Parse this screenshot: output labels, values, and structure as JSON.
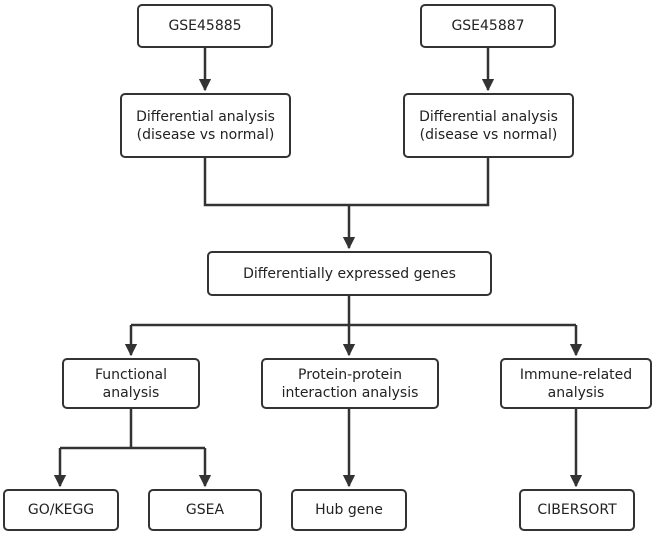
{
  "nodes": {
    "gse45885": {
      "lines": [
        "GSE45885"
      ]
    },
    "gse45887": {
      "lines": [
        "GSE45887"
      ]
    },
    "diff_left": {
      "lines": [
        "Differential analysis",
        "(disease vs normal)"
      ]
    },
    "diff_right": {
      "lines": [
        "Differential analysis",
        "(disease vs normal)"
      ]
    },
    "degs": {
      "lines": [
        "Differentially expressed genes"
      ]
    },
    "functional": {
      "lines": [
        "Functional",
        "analysis"
      ]
    },
    "ppi": {
      "lines": [
        "Protein-protein",
        "interaction analysis"
      ]
    },
    "immune": {
      "lines": [
        "Immune-related",
        "analysis"
      ]
    },
    "gokegg": {
      "lines": [
        "GO/KEGG"
      ]
    },
    "gsea": {
      "lines": [
        "GSEA"
      ]
    },
    "hubgene": {
      "lines": [
        "Hub gene"
      ]
    },
    "cibersort": {
      "lines": [
        "CIBERSORT"
      ]
    }
  },
  "colors": {
    "stroke": "#333333",
    "text": "#222222",
    "background": "#ffffff"
  }
}
